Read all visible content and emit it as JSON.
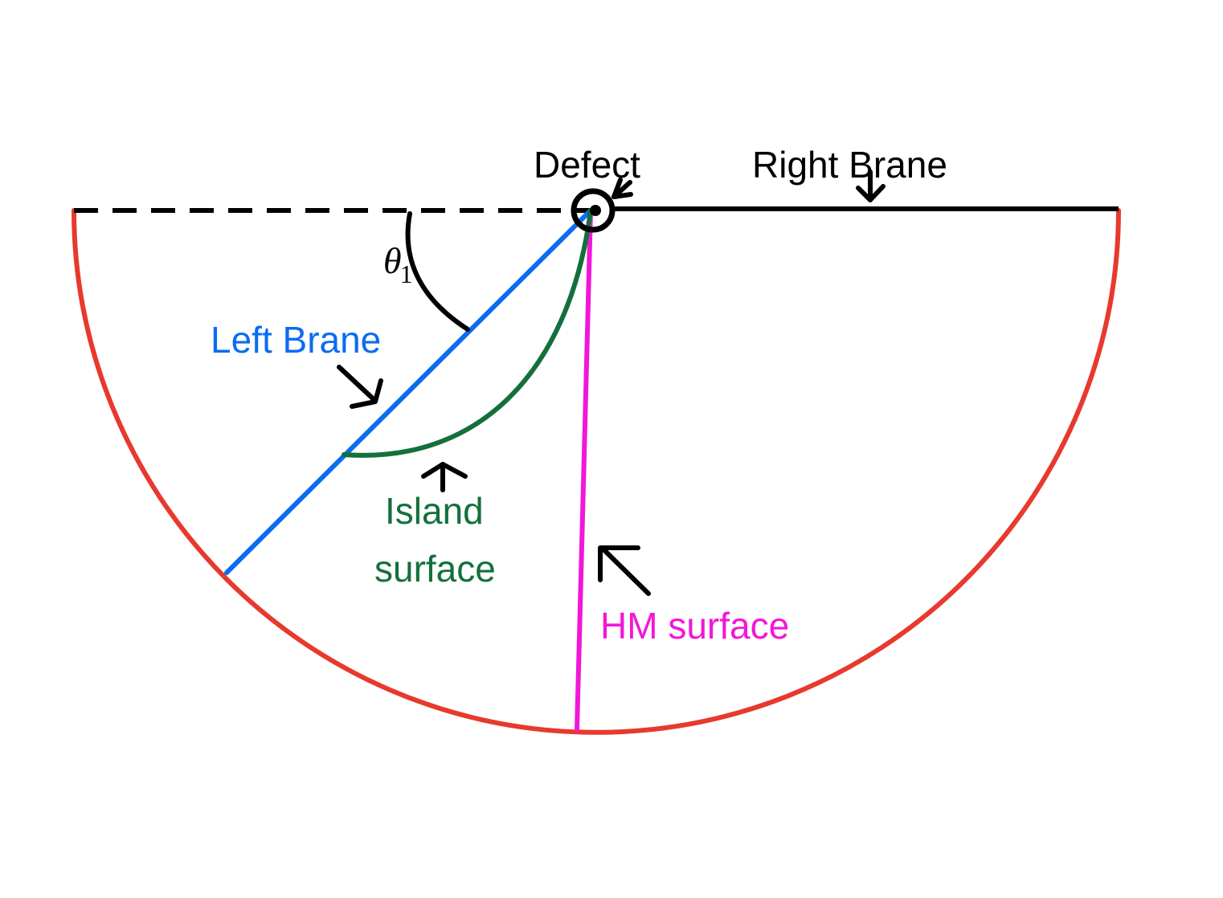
{
  "labels": {
    "defect": "Defect",
    "right_brane": "Right Brane",
    "left_brane": "Left Brane",
    "island_line1": "Island",
    "island_line2": "surface",
    "hm_surface": "HM surface",
    "theta_symbol": "θ",
    "theta_subscript": "1"
  },
  "colors": {
    "boundary": "#e8392e",
    "left_brane": "#0a6cf2",
    "island_surface": "#13703c",
    "hm_surface": "#f217d8",
    "right_brane": "#000000",
    "dashed_line": "#000000",
    "arrows": "#000000",
    "text_default": "#000000"
  }
}
